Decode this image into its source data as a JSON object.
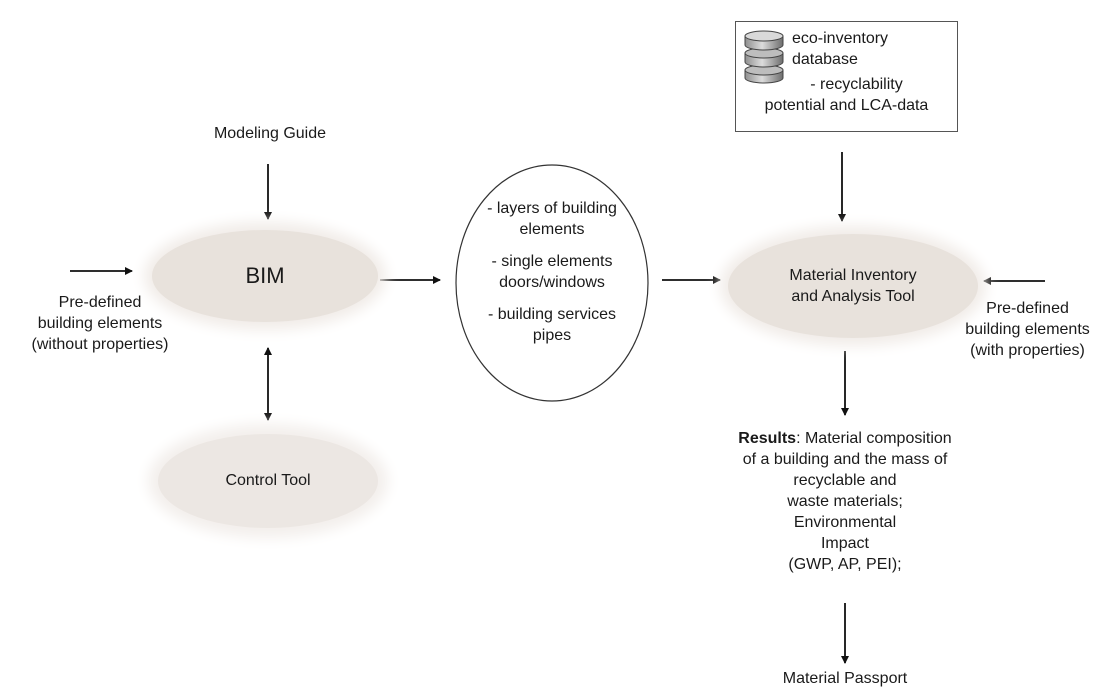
{
  "nodes": {
    "modeling_guide": "Modeling Guide",
    "bim": "BIM",
    "control_tool": "Control Tool",
    "predefined_left": [
      "Pre-defined",
      "building elements",
      "(without properties)"
    ],
    "middle": [
      "- layers of building",
      "elements",
      "- single elements",
      "doors/windows",
      "- building services",
      "pipes"
    ],
    "database": [
      "eco-inventory",
      "database",
      "- recyclability",
      "potential and LCA-data"
    ],
    "material_tool": [
      "Material Inventory",
      "and Analysis Tool"
    ],
    "predefined_right": [
      "Pre-defined",
      "building elements",
      "(with properties)"
    ],
    "results_bold": "Results",
    "results_lines": [
      ": Material composition",
      "of a building and the mass of",
      "recyclable and",
      "waste materials;",
      "Environmental",
      "Impact",
      "(GWP, AP, PEI);"
    ],
    "material_passport": "Material Passport"
  },
  "colors": {
    "blob": "#e8e2dc",
    "arrow": "#111111"
  },
  "icons": {
    "database": "database-icon"
  }
}
